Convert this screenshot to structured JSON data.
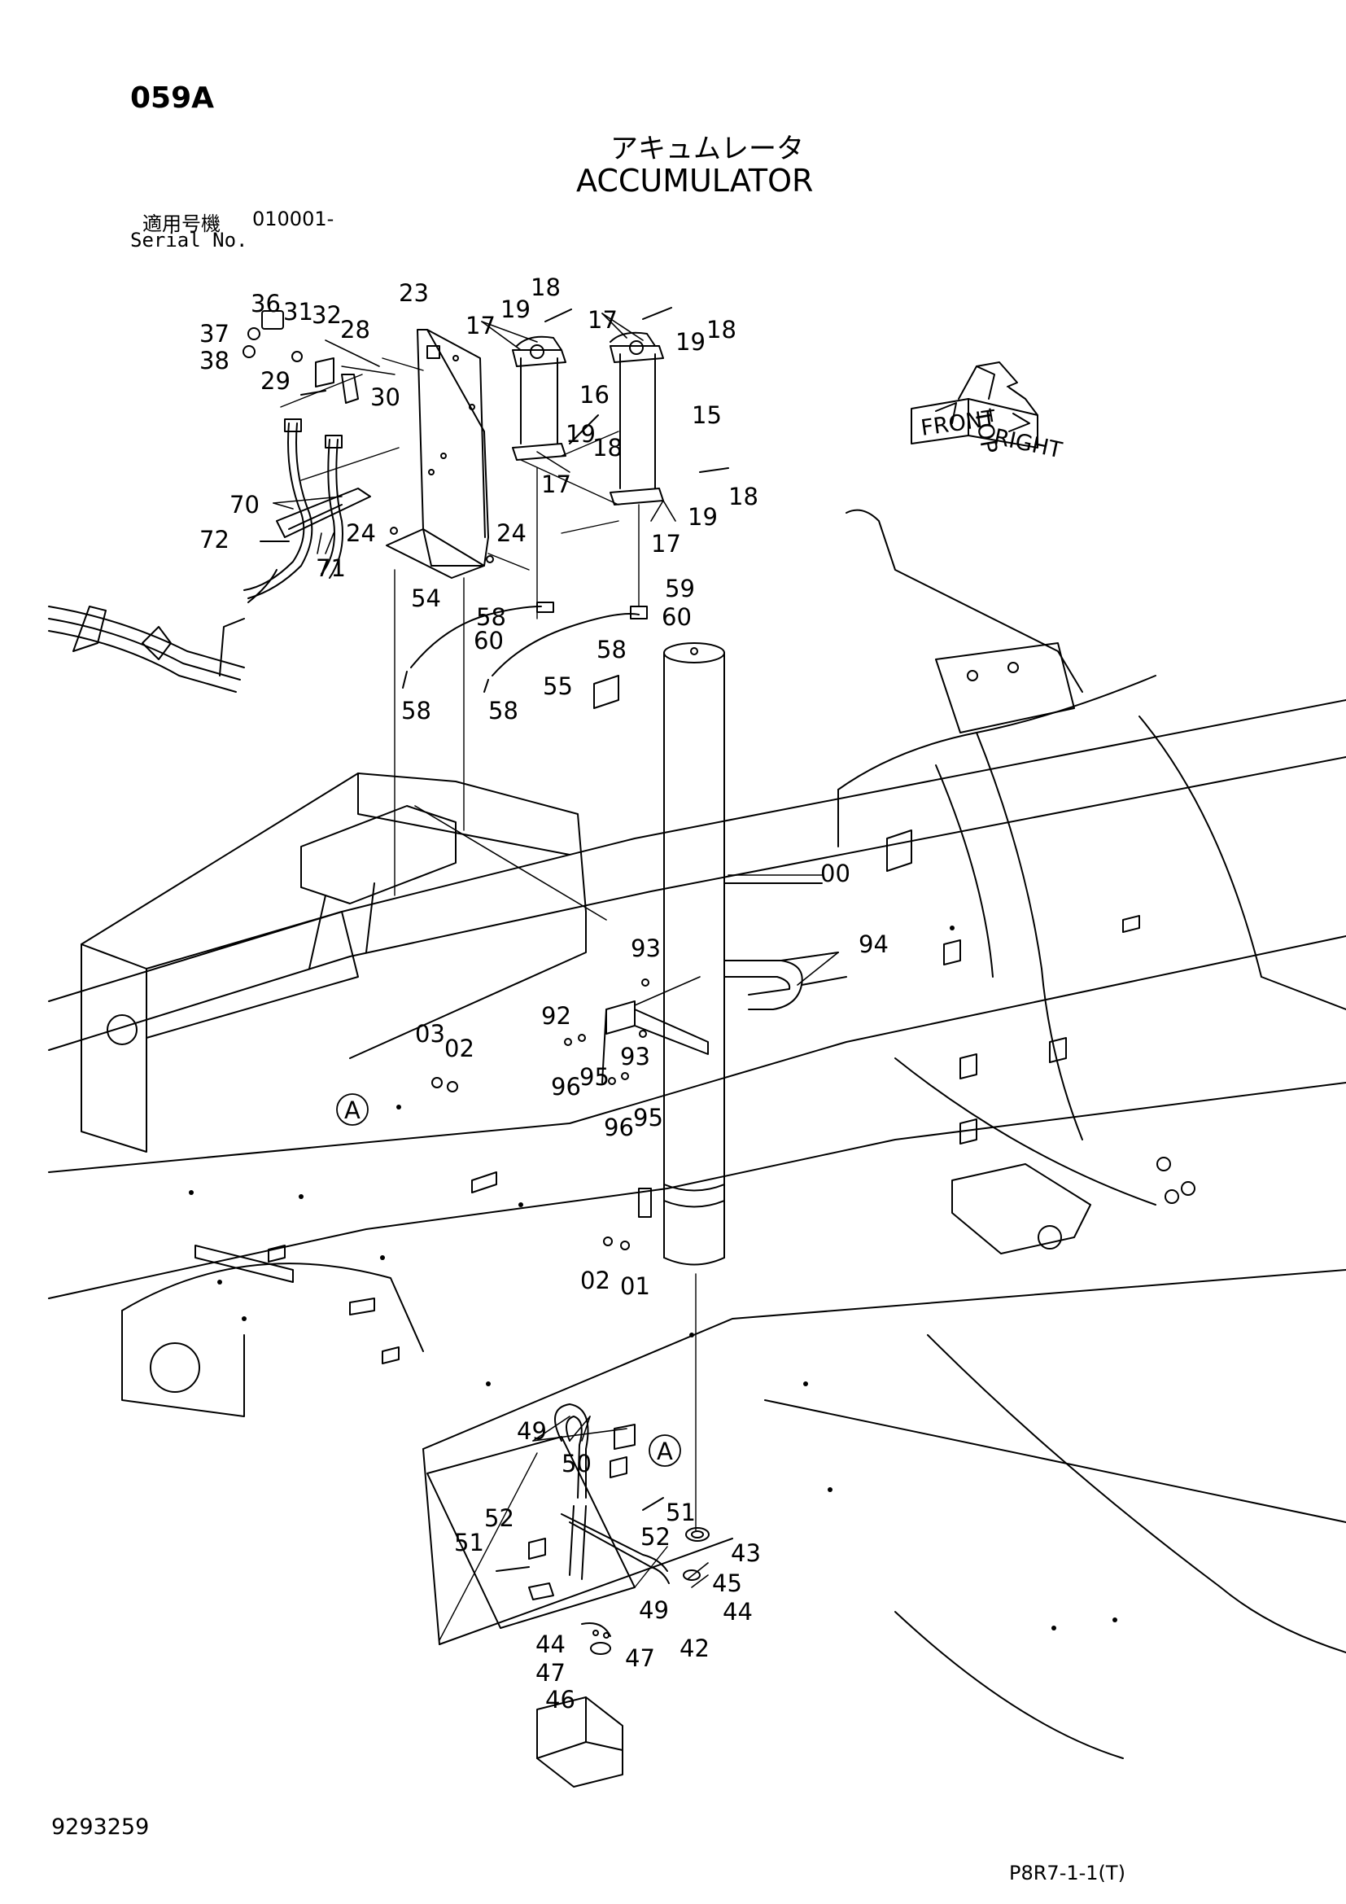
{
  "header": {
    "page_code": "059A",
    "title_jp": "アキュムレータ",
    "title_en": "ACCUMULATOR",
    "serial_label_jp": "適用号機",
    "serial_number": "010001-",
    "serial_label_en": "Serial No."
  },
  "footer": {
    "doc_number": "9293259",
    "code": "P8R7-1-1(T)"
  },
  "direction_badge": {
    "front": "FRONT",
    "right": "RIGHT",
    "top": "TOP"
  },
  "detail_marker": "A",
  "callouts": [
    {
      "id": "c36",
      "label": "36"
    },
    {
      "id": "c31",
      "label": "31"
    },
    {
      "id": "c32",
      "label": "32"
    },
    {
      "id": "c28",
      "label": "28"
    },
    {
      "id": "c37",
      "label": "37"
    },
    {
      "id": "c38",
      "label": "38"
    },
    {
      "id": "c29",
      "label": "29"
    },
    {
      "id": "c30",
      "label": "30"
    },
    {
      "id": "c23",
      "label": "23"
    },
    {
      "id": "c18a",
      "label": "18"
    },
    {
      "id": "c19a",
      "label": "19"
    },
    {
      "id": "c17a",
      "label": "17"
    },
    {
      "id": "c17b",
      "label": "17"
    },
    {
      "id": "c18b",
      "label": "18"
    },
    {
      "id": "c19b",
      "label": "19"
    },
    {
      "id": "c16",
      "label": "16"
    },
    {
      "id": "c15",
      "label": "15"
    },
    {
      "id": "c19c",
      "label": "19"
    },
    {
      "id": "c18c",
      "label": "18"
    },
    {
      "id": "c17c",
      "label": "17"
    },
    {
      "id": "c19d",
      "label": "19"
    },
    {
      "id": "c18d",
      "label": "18"
    },
    {
      "id": "c17d",
      "label": "17"
    },
    {
      "id": "c70",
      "label": "70"
    },
    {
      "id": "c72",
      "label": "72"
    },
    {
      "id": "c71",
      "label": "71"
    },
    {
      "id": "c24a",
      "label": "24"
    },
    {
      "id": "c24b",
      "label": "24"
    },
    {
      "id": "c54",
      "label": "54"
    },
    {
      "id": "c58a",
      "label": "58"
    },
    {
      "id": "c60a",
      "label": "60"
    },
    {
      "id": "c59",
      "label": "59"
    },
    {
      "id": "c60b",
      "label": "60"
    },
    {
      "id": "c58b",
      "label": "58"
    },
    {
      "id": "c58c",
      "label": "58"
    },
    {
      "id": "c55",
      "label": "55"
    },
    {
      "id": "c58d",
      "label": "58"
    },
    {
      "id": "c00",
      "label": "00"
    },
    {
      "id": "c94",
      "label": "94"
    },
    {
      "id": "c93a",
      "label": "93"
    },
    {
      "id": "c92",
      "label": "92"
    },
    {
      "id": "c93b",
      "label": "93"
    },
    {
      "id": "c03",
      "label": "03"
    },
    {
      "id": "c02a",
      "label": "02"
    },
    {
      "id": "c96a",
      "label": "96"
    },
    {
      "id": "c95a",
      "label": "95"
    },
    {
      "id": "c96b",
      "label": "96"
    },
    {
      "id": "c95b",
      "label": "95"
    },
    {
      "id": "c02b",
      "label": "02"
    },
    {
      "id": "c01",
      "label": "01"
    },
    {
      "id": "c49a",
      "label": "49"
    },
    {
      "id": "c50",
      "label": "50"
    },
    {
      "id": "c52a",
      "label": "52"
    },
    {
      "id": "c51a",
      "label": "51"
    },
    {
      "id": "c51b",
      "label": "51"
    },
    {
      "id": "c52b",
      "label": "52"
    },
    {
      "id": "c43",
      "label": "43"
    },
    {
      "id": "c45",
      "label": "45"
    },
    {
      "id": "c44a",
      "label": "44"
    },
    {
      "id": "c49b",
      "label": "49"
    },
    {
      "id": "c42",
      "label": "42"
    },
    {
      "id": "c44b",
      "label": "44"
    },
    {
      "id": "c47a",
      "label": "47"
    },
    {
      "id": "c47b",
      "label": "47"
    },
    {
      "id": "c46",
      "label": "46"
    }
  ]
}
